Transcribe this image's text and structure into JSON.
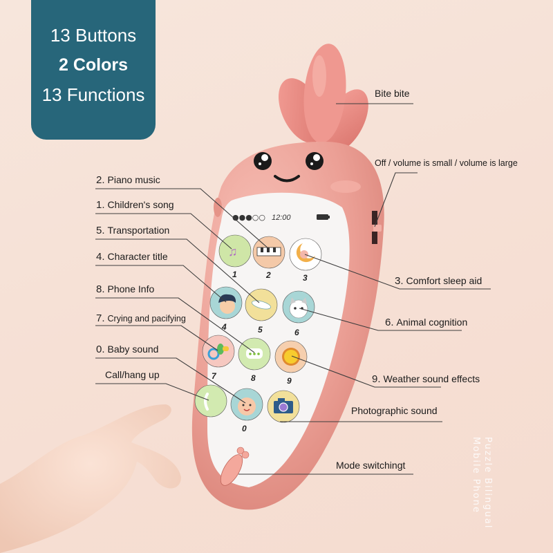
{
  "badge": {
    "line1": "13 Buttons",
    "line2": "2 Colors",
    "line3": "13 Functions",
    "background": "#27667a"
  },
  "phone": {
    "body_color": "#eea39a",
    "screen_color": "#f7f5f4",
    "status_bar": {
      "signal": "●●●○○",
      "time": "12:00",
      "battery_icon": "battery-icon"
    },
    "keys": [
      {
        "digit": "1",
        "icon": "music-notes-icon",
        "color": "#cfe6a7"
      },
      {
        "digit": "2",
        "icon": "piano-keys-icon",
        "color": "#f4c9a8"
      },
      {
        "digit": "3",
        "icon": "sleeping-moon-icon",
        "color": "#ffffff"
      },
      {
        "digit": "4",
        "icon": "boy-face-icon",
        "color": "#a8d6d6"
      },
      {
        "digit": "5",
        "icon": "airplane-icon",
        "color": "#f2e09a"
      },
      {
        "digit": "6",
        "icon": "cat-face-icon",
        "color": "#a8d6d6"
      },
      {
        "digit": "7",
        "icon": "pacifier-icon",
        "color": "#f6c8c0"
      },
      {
        "digit": "8",
        "icon": "chat-bubble-icon",
        "color": "#d2eab0"
      },
      {
        "digit": "9",
        "icon": "sun-icon",
        "color": "#f6cfae"
      },
      {
        "digit": "",
        "icon": "phone-handset-icon",
        "color": "#d2eab0"
      },
      {
        "digit": "0",
        "icon": "baby-face-icon",
        "color": "#a8d6d6"
      },
      {
        "digit": "",
        "icon": "camera-icon",
        "color": "#f2e09a"
      }
    ],
    "mode_key_icon": "carrot-icon"
  },
  "labels_left": [
    {
      "num": "2.",
      "text": "Piano music"
    },
    {
      "num": "1.",
      "text": "Children's song"
    },
    {
      "num": "5.",
      "text": "Transportation"
    },
    {
      "num": "4.",
      "text": "Character title"
    },
    {
      "num": "8.",
      "text": "Phone Info"
    },
    {
      "num": "7.",
      "text": "Crying and pacifying"
    },
    {
      "num": "0.",
      "text": "Baby sound"
    },
    {
      "num": "",
      "text": "Call/hang up"
    }
  ],
  "labels_right": [
    {
      "num": "",
      "text": "Bite bite"
    },
    {
      "num": "",
      "text": "Off / volume is small / volume is large"
    },
    {
      "num": "3.",
      "text": "Comfort sleep aid"
    },
    {
      "num": "6.",
      "text": "Animal cognition"
    },
    {
      "num": "9.",
      "text": "Weather sound effects"
    },
    {
      "num": "",
      "text": "Photographic sound"
    },
    {
      "num": "",
      "text": "Mode switchingt"
    }
  ],
  "watermark": {
    "line1": "Puzzle Bilingual",
    "line2": "Mobile Phone"
  }
}
